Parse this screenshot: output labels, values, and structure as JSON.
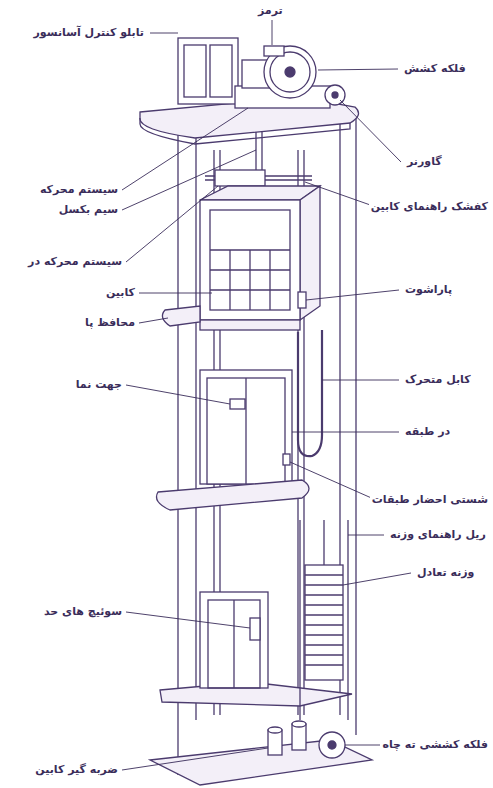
{
  "diagram": {
    "labels": [
      "ترمز",
      "تابلو کنترل آسانسور",
      "فلکه کشش",
      "گاورنر",
      "سیستم محرکه",
      "کفشک راهنمای کابین",
      "سیم بکسل",
      "سیستم محرکه در",
      "پاراشوت",
      "کابین",
      "محافظ پا",
      "کابل متحرک",
      "جهت نما",
      "در طبقه",
      "شستی احضار طبقات",
      "ریل راهنمای وزنه",
      "وزنه تعادل",
      "سوئیچ های حد",
      "فلکه کششی ته چاه",
      "ضربه گیر کابین"
    ]
  }
}
